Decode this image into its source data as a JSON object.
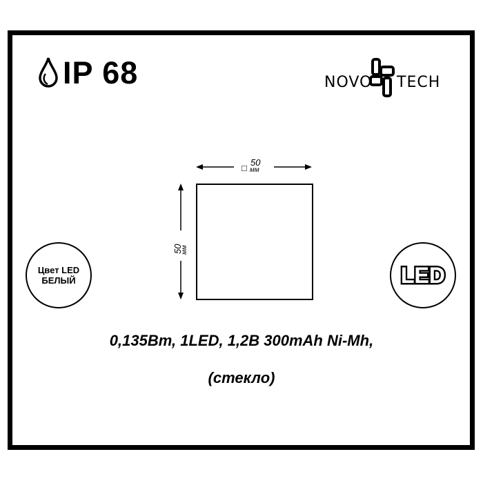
{
  "rating": {
    "label": "IP 68",
    "icon": "water-drop-icon"
  },
  "brand": {
    "name_left": "NOVO",
    "name_right": "TECH",
    "icon": "novotech-logo-icon"
  },
  "dimensions": {
    "width": {
      "value": "50",
      "unit": "мм",
      "symbol": "□"
    },
    "height": {
      "value": "50",
      "unit": "мм"
    }
  },
  "badges": {
    "color": {
      "line1": "Цвет LED",
      "line2": "БЕЛЫЙ"
    },
    "led": {
      "label": "LED"
    }
  },
  "specs": {
    "line1": "0,135Вт, 1LED, 1,2В 300mAh Ni-Mh,",
    "line2": "(стекло)"
  },
  "colors": {
    "ink": "#000000",
    "background": "#ffffff"
  }
}
